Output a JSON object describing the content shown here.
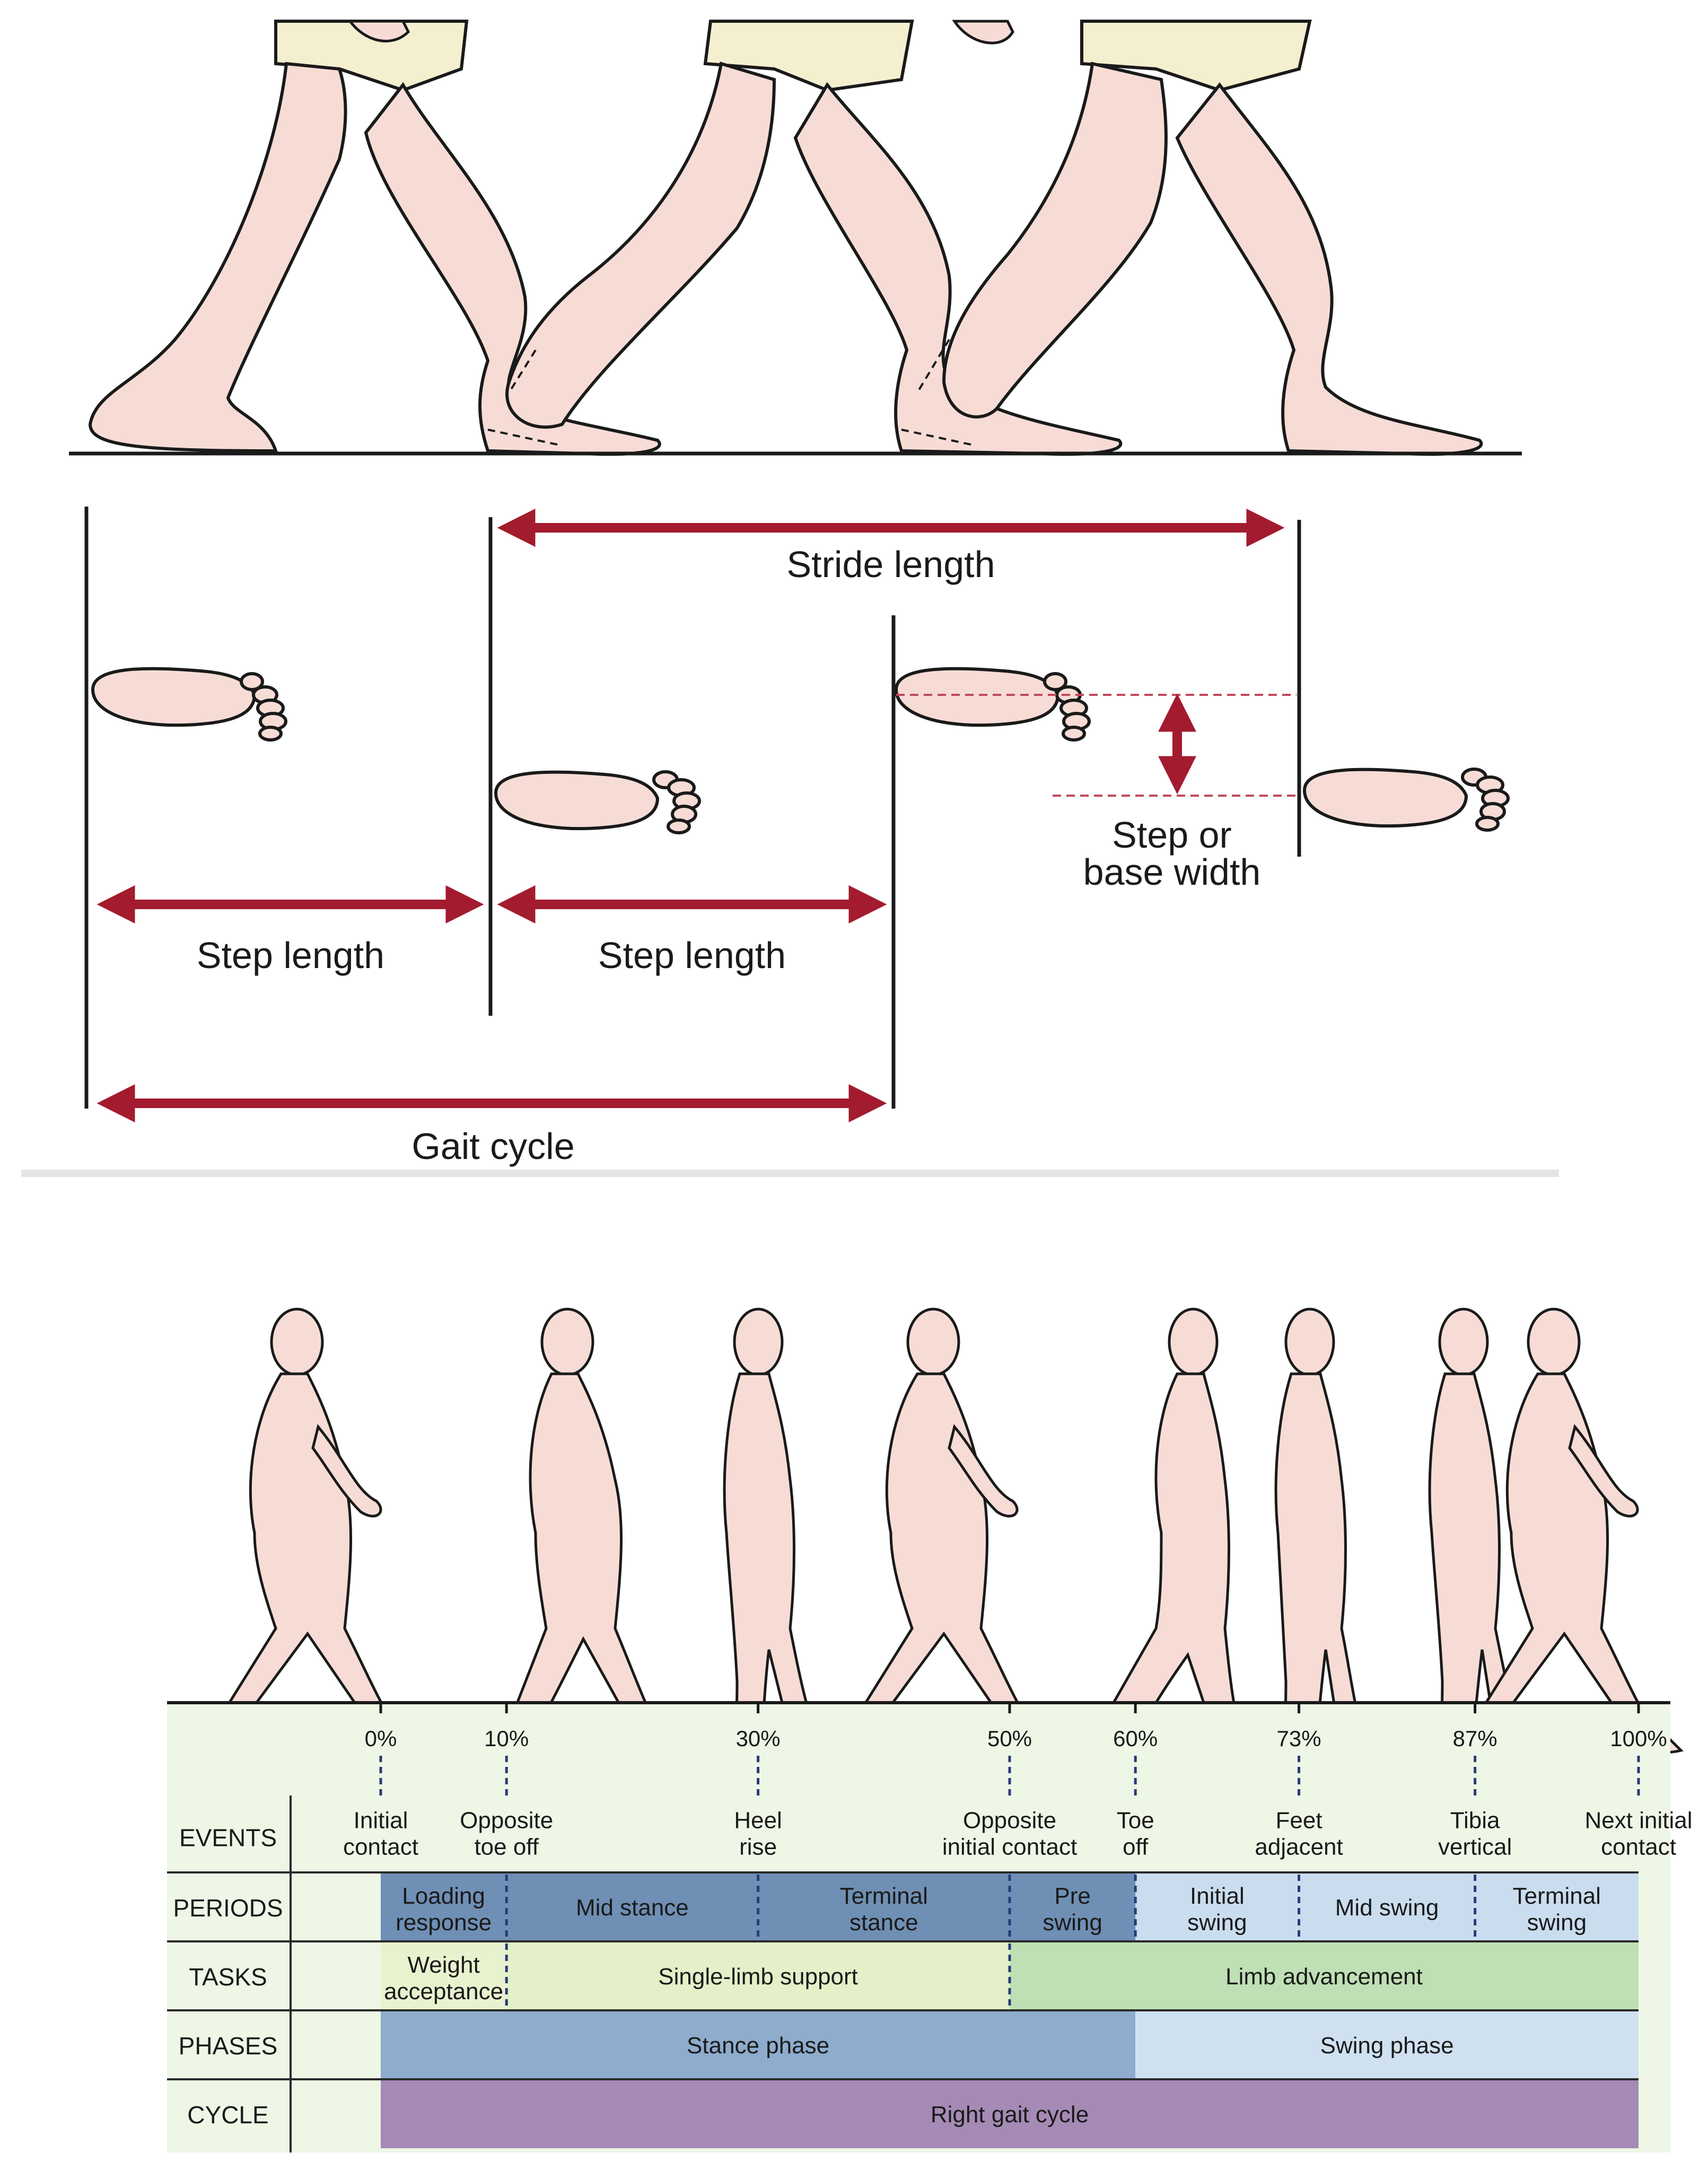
{
  "top_diagram": {
    "labels": {
      "stride_length": "Stride length",
      "step_length_1": "Step length",
      "step_length_2": "Step length",
      "gait_cycle": "Gait cycle",
      "step_width_line1": "Step or",
      "step_width_line2": "base width"
    },
    "colors": {
      "arrow": "#a31b2e",
      "skin": "#f7dcd6",
      "outline": "#1a1a1a",
      "dash": "#c0495a"
    }
  },
  "gait_table": {
    "percentages": [
      "0%",
      "10%",
      "30%",
      "50%",
      "60%",
      "73%",
      "87%",
      "100%"
    ],
    "row_labels": [
      "EVENTS",
      "PERIODS",
      "TASKS",
      "PHASES",
      "CYCLE"
    ],
    "events": [
      {
        "line1": "Initial",
        "line2": "contact"
      },
      {
        "line1": "Opposite",
        "line2": "toe off"
      },
      {
        "line1": "Heel",
        "line2": "rise"
      },
      {
        "line1": "Opposite",
        "line2": "initial contact"
      },
      {
        "line1": "Toe",
        "line2": "off"
      },
      {
        "line1": "Feet",
        "line2": "adjacent"
      },
      {
        "line1": "Tibia",
        "line2": "vertical"
      },
      {
        "line1": "Next initial",
        "line2": "contact"
      }
    ],
    "periods": [
      {
        "line1": "Loading",
        "line2": "response"
      },
      {
        "line1": "Mid stance",
        "line2": ""
      },
      {
        "line1": "Terminal",
        "line2": "stance"
      },
      {
        "line1": "Pre",
        "line2": "swing"
      },
      {
        "line1": "Initial",
        "line2": "swing"
      },
      {
        "line1": "Mid swing",
        "line2": ""
      },
      {
        "line1": "Terminal",
        "line2": "swing"
      }
    ],
    "tasks": [
      {
        "line1": "Weight",
        "line2": "acceptance"
      },
      {
        "line1": "Single-limb support",
        "line2": ""
      },
      {
        "line1": "Limb advancement",
        "line2": ""
      }
    ],
    "phases": [
      "Stance phase",
      "Swing phase"
    ],
    "cycle": "Right gait cycle",
    "colors": {
      "table_bg": "#eef6e6",
      "stance_period": "#6f8fb4",
      "swing_period": "#c9ddef",
      "weight_acceptance": "#e9f2cf",
      "single_limb": "#e4f0c8",
      "limb_advancement": "#bfe0b4",
      "stance_phase": "#8eaccc",
      "swing_phase": "#cfe1f1",
      "cycle": "#a58ab5",
      "divider": "#2a3a7a"
    }
  }
}
